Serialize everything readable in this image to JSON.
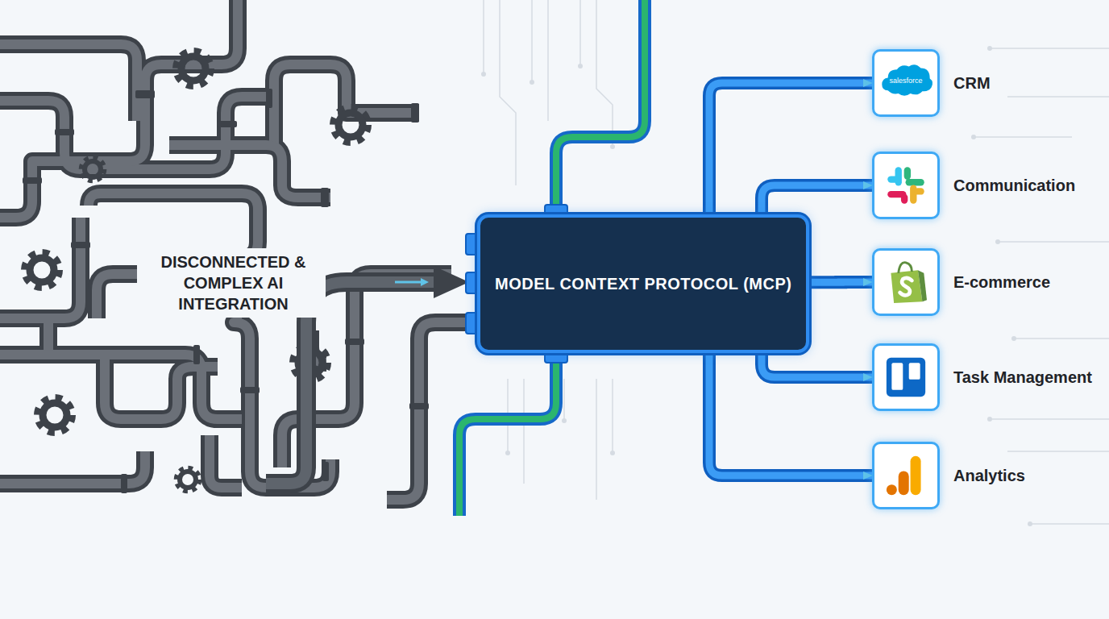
{
  "diagram": {
    "nodes": [
      {
        "text": [
          "MODEL CONTEXT PROTOCOL (MCP)"
        ]
      },
      {
        "text": [
          "salesforce",
          "CRM"
        ]
      },
      {
        "text": [
          "Communication"
        ]
      },
      {
        "text": [
          "E-commerce"
        ]
      },
      {
        "text": [
          "Task Management"
        ]
      },
      {
        "text": [
          "Analytics"
        ]
      }
    ],
    "edges": [
      {
        "from": 0,
        "to": 1,
        "arrow": "to"
      },
      {
        "from": 0,
        "to": 2,
        "arrow": "to"
      },
      {
        "from": 0,
        "to": 3,
        "arrow": "to"
      },
      {
        "from": 0,
        "to": 4,
        "arrow": "to"
      },
      {
        "from": 0,
        "to": 5,
        "arrow": "to"
      }
    ],
    "labels": [
      "DISCONNECTED & COMPLEX AI INTEGRATION"
    ]
  }
}
